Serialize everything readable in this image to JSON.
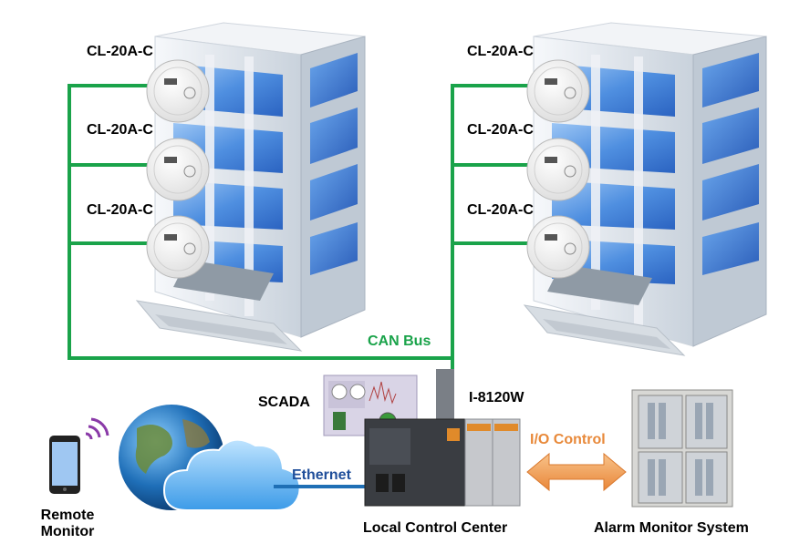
{
  "detector_label": "CL-20A-C",
  "buildings": [
    {
      "detectors": [
        "CL-20A-C",
        "CL-20A-C",
        "CL-20A-C"
      ]
    },
    {
      "detectors": [
        "CL-20A-C",
        "CL-20A-C",
        "CL-20A-C"
      ]
    }
  ],
  "labels": {
    "can_bus": "CAN Bus",
    "scada": "SCADA",
    "controller_model": "I-8120W",
    "ethernet": "Ethernet",
    "io_control": "I/O Control",
    "remote_monitor_line1": "Remote",
    "remote_monitor_line2": "Monitor",
    "local_control_center": "Local Control Center",
    "alarm_monitor_system": "Alarm Monitor System"
  },
  "colors": {
    "can_bus_line": "#1aa34a",
    "ethernet_line": "#1f6fb5",
    "io_arrow": "#f0a050",
    "building_glass": "#4f8fe0",
    "building_wall": "#e9eef3"
  }
}
